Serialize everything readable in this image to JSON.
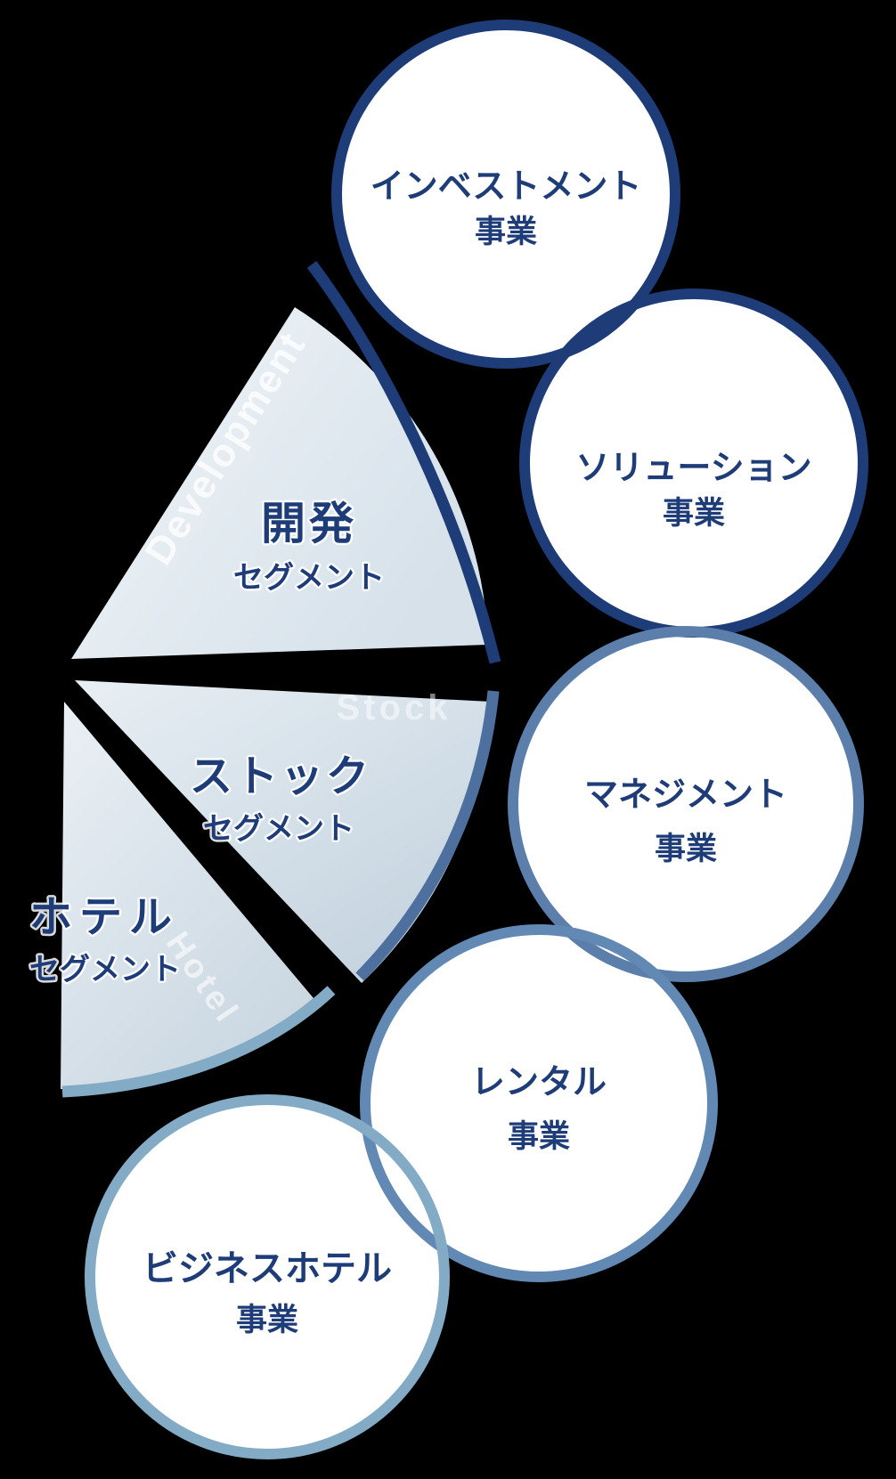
{
  "background": "#000000",
  "fan": {
    "label_color": "#1e3c77",
    "segments": [
      {
        "label": "開発",
        "sublabel": "セグメント",
        "watermark": "Development",
        "fill_light": "#f1f6f9",
        "fill_dark": "#d6e1ea",
        "arc_color": "#1e3c77"
      },
      {
        "label": "ストック",
        "sublabel": "セグメント",
        "watermark": "Stock",
        "fill_light": "#e8eff4",
        "fill_dark": "#c3d2de",
        "arc_color": "#4e709e"
      },
      {
        "label": "ホテル",
        "sublabel": "セグメント",
        "watermark": "Hotel",
        "fill_light": "#eaf0f5",
        "fill_dark": "#cad7e1",
        "arc_color": "#83abc5"
      }
    ]
  },
  "businesses": [
    {
      "label": "インベストメント",
      "sublabel": "事業",
      "border_color": "#1e3c77"
    },
    {
      "label": "ソリューション",
      "sublabel": "事業",
      "border_color": "#1e3c77"
    },
    {
      "label": "マネジメント",
      "sublabel": "事業",
      "border_color": "#5b7eab"
    },
    {
      "label": "レンタル",
      "sublabel": "事業",
      "border_color": "#6289b4"
    },
    {
      "label": "ビジネスホテル",
      "sublabel": "事業",
      "border_color": "#83abc5"
    }
  ]
}
